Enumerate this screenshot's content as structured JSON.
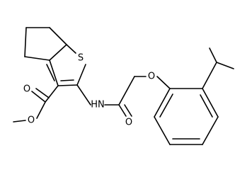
{
  "colors": {
    "bond": "#000000",
    "label": "#000000",
    "background": "#ffffff"
  },
  "atom_labels": {
    "sulfur": "S",
    "amide_nitrogen": "HN",
    "ether_oxygen": "O",
    "amide_carbonyl_oxygen": "O",
    "ester_carbonyl_oxygen": "O",
    "ester_oxygen": "O"
  }
}
